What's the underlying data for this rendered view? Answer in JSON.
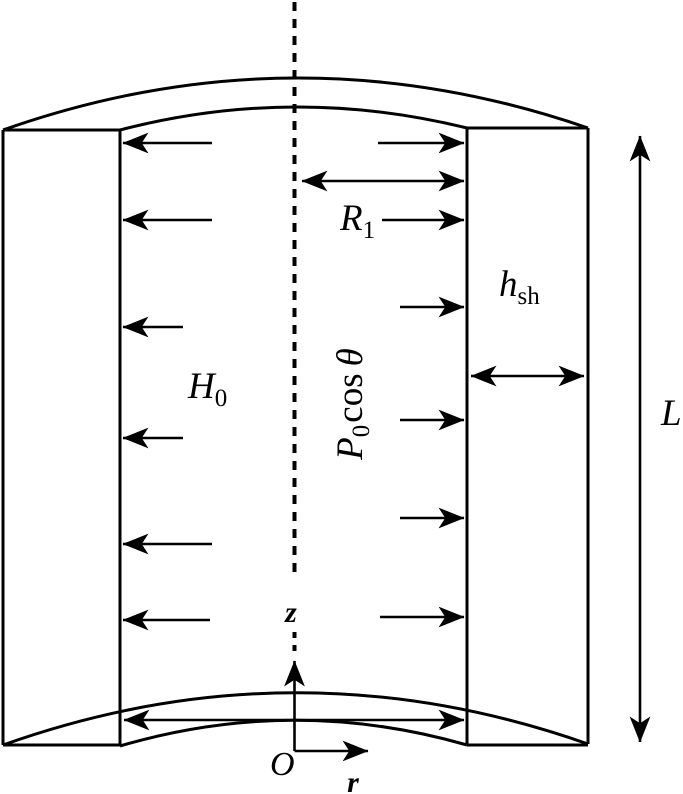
{
  "title": "Cylindrical shell cross-section with pressure loading",
  "colors": {
    "background": "#ffffff",
    "line": "#000000"
  },
  "labels": {
    "H0": {
      "base": "H",
      "sub": "0"
    },
    "R1": {
      "base": "R",
      "sub": "1"
    },
    "h_sh": {
      "base": "h",
      "sub": "sh"
    },
    "P0_cos_theta": {
      "base": "P",
      "sub": "0",
      "operator": "cos",
      "angle": "θ"
    },
    "L": "L",
    "z": "z",
    "O": "O",
    "r": "r"
  }
}
